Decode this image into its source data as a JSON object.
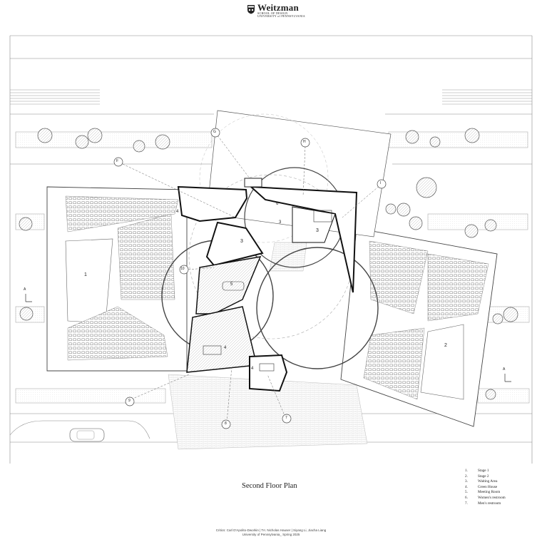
{
  "header": {
    "logo_name": "Weitzman",
    "logo_line1": "SCHOOL OF DESIGN",
    "logo_line2": "UNIVERSITY of PENNSYLVANIA"
  },
  "plan": {
    "title": "Second Floor Plan",
    "room_numbers": {
      "stage1": "1",
      "stage2": "2",
      "waiting_a": "3",
      "waiting_b": "3",
      "waiting_c": "3",
      "green_a": "4",
      "green_b": "4",
      "green_c": "4",
      "meeting": "5",
      "womens": "6",
      "mens": "7"
    },
    "callouts": {
      "F": "F",
      "G": "G",
      "H": "H",
      "I": "I",
      "c10": "10",
      "c9": "9",
      "c8": "8",
      "c7": "7"
    },
    "north_left": "A",
    "north_right": "A"
  },
  "legend": [
    {
      "num": "1.",
      "label": "Stage 1"
    },
    {
      "num": "2.",
      "label": "Stage 2"
    },
    {
      "num": "3.",
      "label": "Waiting Area"
    },
    {
      "num": "4.",
      "label": "Green House"
    },
    {
      "num": "5.",
      "label": "Meeting Room"
    },
    {
      "num": "6.",
      "label": "Women's restroom"
    },
    {
      "num": "7.",
      "label": "Men's restroom"
    }
  ],
  "credits": {
    "line1": "Critics: Carl D'Apolito-Dworkin | TA: Nicholas Hauser | Siyang Li, Jiacha Liang",
    "line2": "University of Pennsylvania_ Spring 2025"
  }
}
